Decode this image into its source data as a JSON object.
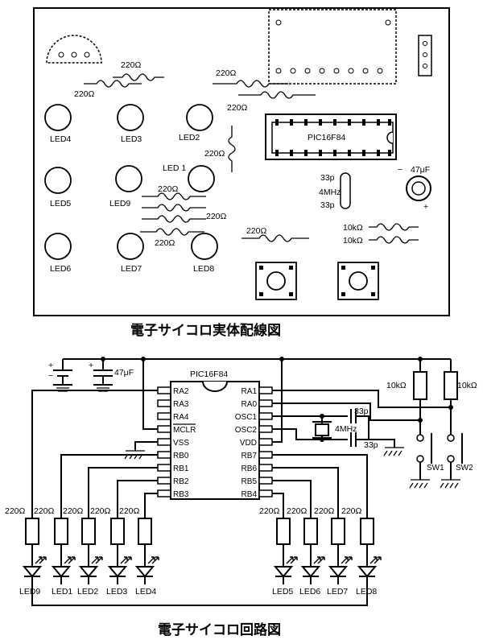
{
  "top": {
    "title": "電子サイコロ実体配線図",
    "chip_label": "PIC16F84",
    "led_labels": {
      "led1": "LED 1",
      "led2": "LED2",
      "led3": "LED3",
      "led4": "LED4",
      "led5": "LED5",
      "led6": "LED6",
      "led7": "LED7",
      "led8": "LED8",
      "led9": "LED9"
    },
    "resistor_labels": {
      "r220": "220Ω",
      "r10k": "10kΩ"
    },
    "crystal_labels": {
      "c33": "33p",
      "xtal": "4MHz"
    },
    "cap_label": "47μF",
    "minus": "−",
    "plus": "+"
  },
  "bottom": {
    "title": "電子サイコロ回路図",
    "chip_label": "PIC16F84",
    "cap_label": "47μF",
    "pins_left": [
      "RA2",
      "RA3",
      "RA4",
      "MCLR",
      "VSS",
      "RB0",
      "RB1",
      "RB2",
      "RB3"
    ],
    "pins_right": [
      "RA1",
      "RA0",
      "OSC1",
      "OSC2",
      "VDD",
      "RB7",
      "RB6",
      "RB5",
      "RB4"
    ],
    "resistor_label": "220Ω",
    "pullup_label": "10kΩ",
    "crystal_label": "4MHz",
    "cap33_label": "33p",
    "leds_left": [
      "LED9",
      "LED1",
      "LED2",
      "LED3",
      "LED4"
    ],
    "leds_right": [
      "LED5",
      "LED6",
      "LED7",
      "LED8"
    ],
    "switches": [
      "SW1",
      "SW2"
    ],
    "plus": "+",
    "minus": "−"
  }
}
